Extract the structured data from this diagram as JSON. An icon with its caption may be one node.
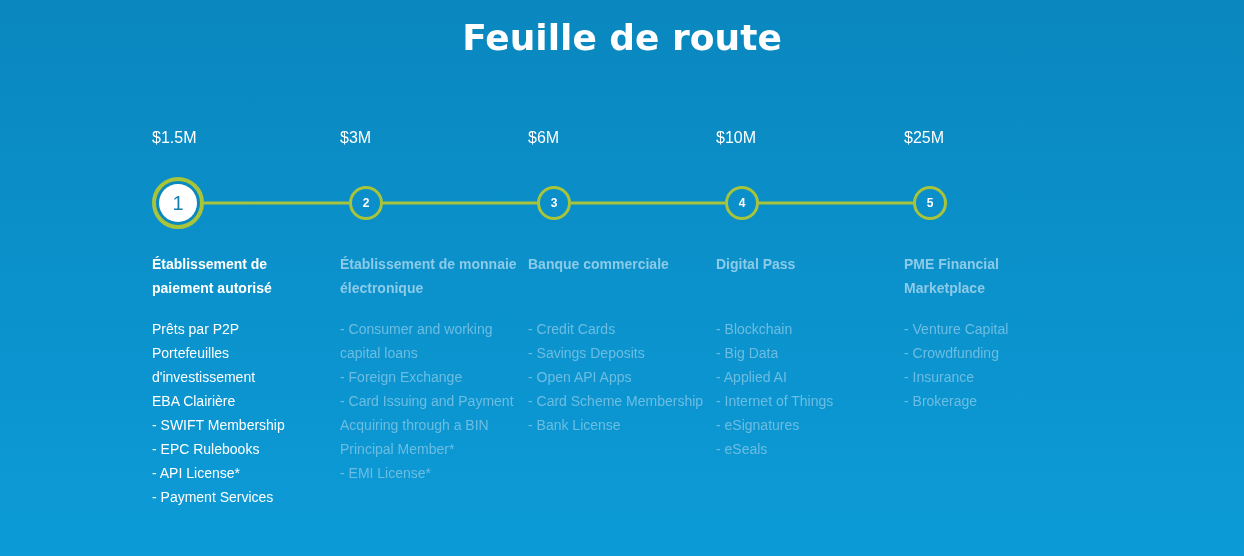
{
  "diagram": {
    "title": "Feuille de route",
    "nodes": [
      {
        "text": [
          "1"
        ],
        "beside": [
          "$1.5M",
          "Établissement de paiement autorisé",
          "Prêts par P2P",
          "Portefeuilles d'investissement",
          "EBA Clairière",
          "- SWIFT Membership",
          "- EPC Rulebooks",
          "- API License*",
          "- Payment Services"
        ]
      },
      {
        "text": [
          "2"
        ],
        "beside": [
          "$3M",
          "Établissement de monnaie électronique",
          "- Consumer and working capital loans",
          "- Foreign Exchange",
          "- Card Issuing and Payment Acquiring through a BIN Principal Member*",
          "- EMI License*"
        ]
      },
      {
        "text": [
          "3"
        ],
        "beside": [
          "$6M",
          "Banque commerciale",
          "- Credit Cards",
          "- Savings Deposits",
          "- Open API Apps",
          "- Card Scheme Membership",
          "- Bank License"
        ]
      },
      {
        "text": [
          "4"
        ],
        "beside": [
          "$10M",
          "Digital Pass",
          "- Blockchain",
          "- Big Data",
          "- Applied AI",
          "- Internet of Things",
          "- eSignatures",
          "- eSeals"
        ]
      },
      {
        "text": [
          "5"
        ],
        "beside": [
          "$25M",
          "PME Financial Marketplace",
          "- Venture Capital",
          "- Crowdfunding",
          "- Insurance",
          "- Brokerage"
        ]
      }
    ],
    "edges": [
      {
        "from": 0,
        "to": 1,
        "arrow": "none"
      },
      {
        "from": 1,
        "to": 2,
        "arrow": "none"
      },
      {
        "from": 2,
        "to": 3,
        "arrow": "none"
      },
      {
        "from": 3,
        "to": 4,
        "arrow": "none"
      }
    ]
  }
}
